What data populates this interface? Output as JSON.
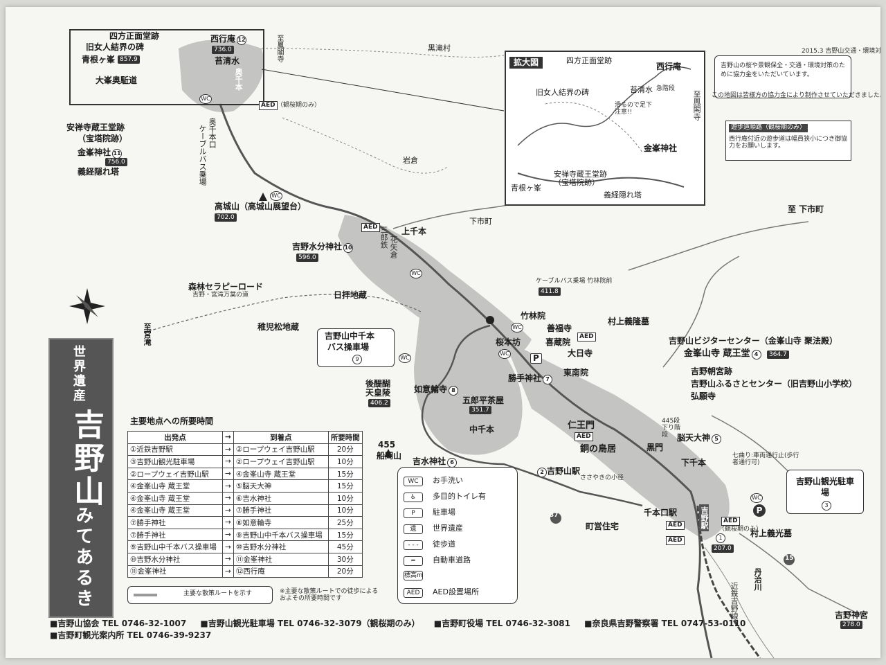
{
  "header_note": "2015.3 吉野山交通・環境対策協議会",
  "info_box": {
    "text1": "吉野山の桜や景観保全・交通・環境対策のために協力金をいただいています。",
    "text2": "この地図は皆様方の協力金により制作させていただきました。"
  },
  "title": {
    "heritage": "世界遺産",
    "main": "吉野山",
    "sub": "みてあるき"
  },
  "inset_map": {
    "label": "拡大図",
    "places": [
      "四方正面堂跡",
      "西行庵",
      "旧女人結界の碑",
      "苔清水",
      "急階段",
      "滑るので足下注意!!",
      "金峯神社",
      "安禅寺蔵王堂跡（宝塔院跡）",
      "青根ヶ峯",
      "義経隠れ塔",
      "至鳳閣寺"
    ]
  },
  "walk_note": {
    "title": "遊歩道順路（観桜期のみ）",
    "text": "西行庵付近の遊歩道は幅員狭小につき御協力をお願いします。"
  },
  "places": {
    "shiho": "四方正面堂跡",
    "saigyo": "西行庵",
    "saigyo_num": "12",
    "saigyo_elev": "736.0",
    "nyonin": "旧女人結界の碑",
    "koke": "苔清水",
    "aone": "青根ヶ峯",
    "aone_elev": "857.9",
    "omine": "大峯奥駈道",
    "anzen": "安禅寺蔵王堂跡",
    "anzen2": "（宝塔院跡）",
    "kinpu": "金峯神社",
    "kinpu_num": "11",
    "kinpu_elev": "756.0",
    "yoshitsune": "義経隠れ塔",
    "okusen": "奥千本口",
    "cable_bus_v": "ケーブルバス乗場",
    "kuroda": "黒滝村",
    "to_hokaku": "至鳳閣寺",
    "iwakura": "岩倉",
    "takagi": "高城山（高城山展望台）",
    "takagi_elev": "702.0",
    "mikumari": "吉野水分神社",
    "mikumari_num": "10",
    "mikumari_elev": "596.0",
    "shimoichi": "下市町",
    "to_shimoichi": "至 下市町",
    "kamisen": "上千本",
    "okusenbon": "奥千本",
    "nakasen": "中千本",
    "shimosen": "下千本",
    "hanayagura": "花矢倉",
    "sanbuchi": "三郎鉄",
    "shinrin": "森林セラピーロード",
    "shinrin2": "吉野・宮滝万葉の道",
    "to_miyataki": "至宮滝",
    "nippai": "日拝地蔵",
    "chigo": "稚児松地蔵",
    "cable_stop": "ケーブルバス乗場 竹林院前",
    "cable_elev": "411.8",
    "chikurin": "竹林院",
    "zenki": "善福寺",
    "kizo": "喜蔵院",
    "sakuramoto": "桜本坊",
    "daini": "大日寺",
    "tonan": "東南院",
    "katte": "勝手神社",
    "katte_num": "7",
    "nakasen_bus": "吉野山中千本",
    "nakasen_bus2": "バス操車場",
    "nakasen_bus_num": "9",
    "nyoirin": "如意輪寺",
    "nyoirin_num": "8",
    "godaigo": "後醍醐天皇陵",
    "godaigo_elev": "406.2",
    "goro": "五郎平茶屋",
    "goro_elev": "351.7",
    "murakami": "村上義隆墓",
    "visitor": "吉野山ビジターセンター（金峯山寺 聚法殿）",
    "zaodo": "金峯山寺 蔵王堂",
    "zaodo_num": "4",
    "zaodo_elev": "364.7",
    "asamiya": "吉野朝宮跡",
    "furusato": "吉野山ふるさとセンター（旧吉野山小学校）",
    "kozenji": "弘願寺",
    "niomon": "仁王門",
    "dotori": "銅の鳥居",
    "kuromon": "黒門",
    "noten": "脳天大神",
    "noten_num": "5",
    "steps": "445段下り階段",
    "yoshimizu": "吉水神社",
    "yoshimizu_num": "6",
    "funaoka": "船岡山",
    "funaoka_elev": "455",
    "ropeway": "吉野山駅",
    "ropeway_num": "2",
    "sasayaki": "ささやきの小径",
    "senbonguchi": "千本口駅",
    "choei": "町営住宅",
    "station_v": "吉野駅",
    "station_num": "1",
    "station_elev": "207.0",
    "parking": "吉野山観光駐車場",
    "parking_num": "3",
    "murakami_y": "村上義光墓",
    "yoshino_jingu": "吉野神宮",
    "jingu_elev": "278.0",
    "niu": "丹治川",
    "kintetsu": "近鉄吉野線",
    "shichi": "七曲り:車両通行止(歩行者通行可)",
    "aed_label": "AED",
    "aed_note": "（観桜期のみ）",
    "route_37": "37",
    "route_15": "15",
    "wc": "WC",
    "p": "P"
  },
  "times_table": {
    "title": "主要地点への所要時間",
    "headers": [
      "出発点",
      "→",
      "到着点",
      "所要時間"
    ],
    "rows": [
      [
        "①近鉄吉野駅",
        "→",
        "②ロープウェイ吉野山駅",
        "20分"
      ],
      [
        "③吉野山観光駐車場",
        "→",
        "②ロープウェイ吉野山駅",
        "10分"
      ],
      [
        "②ロープウェイ吉野山駅",
        "→",
        "④金峯山寺 蔵王堂",
        "15分"
      ],
      [
        "④金峯山寺 蔵王堂",
        "→",
        "⑤脳天大神",
        "15分"
      ],
      [
        "④金峯山寺 蔵王堂",
        "→",
        "⑥吉水神社",
        "10分"
      ],
      [
        "④金峯山寺 蔵王堂",
        "→",
        "⑦勝手神社",
        "10分"
      ],
      [
        "⑦勝手神社",
        "→",
        "⑧如意輪寺",
        "25分"
      ],
      [
        "⑦勝手神社",
        "→",
        "⑨吉野山中千本バス操車場",
        "15分"
      ],
      [
        "⑨吉野山中千本バス操車場",
        "→",
        "⑩吉野水分神社",
        "45分"
      ],
      [
        "⑩吉野水分神社",
        "→",
        "⑪金峯神社",
        "30分"
      ],
      [
        "⑪金峯神社",
        "→",
        "⑫西行庵",
        "20分"
      ]
    ]
  },
  "route_note": {
    "legend": "主要な散策ルートを示す",
    "note": "※主要な散策ルートでの徒歩によるおよその所要時間です"
  },
  "legend": [
    {
      "sym": "WC",
      "label": "お手洗い"
    },
    {
      "sym": "♿",
      "label": "多目的トイレ有"
    },
    {
      "sym": "P",
      "label": "駐車場"
    },
    {
      "sym": "遺",
      "label": "世界遺産"
    },
    {
      "sym": "- - -",
      "label": "徒歩道"
    },
    {
      "sym": "═",
      "label": "自動車道路"
    },
    {
      "sym": "標高m",
      "label": ""
    },
    {
      "sym": "AED",
      "label": "AED設置場所"
    }
  ],
  "footer": {
    "a": "■吉野山協会 TEL 0746-32-1007",
    "b": "■吉野山観光駐車場 TEL 0746-32-3079（観桜期のみ）",
    "c": "■吉野町役場 TEL 0746-32-3081",
    "d": "■奈良県吉野警察署 TEL 0747-53-0110",
    "e": "■吉野町観光案内所 TEL 0746-39-9237"
  },
  "colors": {
    "route_fill": "#bdbdbb",
    "paper": "#f6f6f3",
    "title_bg": "#555555"
  }
}
